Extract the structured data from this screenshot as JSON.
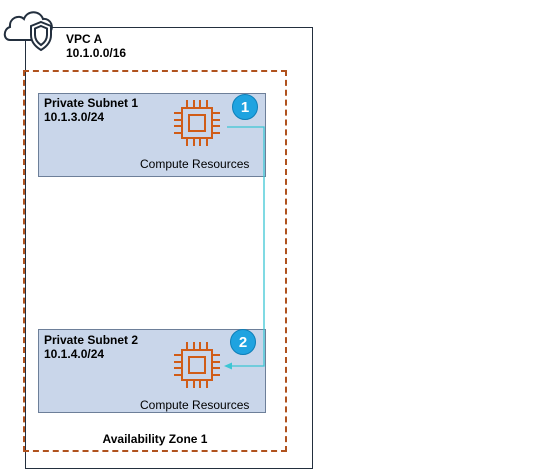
{
  "vpc": {
    "title": "VPC A",
    "cidr": "10.1.0.0/16",
    "icon": "cloud-shield-icon"
  },
  "availability_zone": {
    "label": "Availability Zone 1"
  },
  "subnets": [
    {
      "name": "Private Subnet 1",
      "cidr": "10.1.3.0/24",
      "resource": "Compute Resources",
      "step": "1"
    },
    {
      "name": "Private Subnet 2",
      "cidr": "10.1.4.0/24",
      "resource": "Compute Resources",
      "step": "2"
    }
  ],
  "colors": {
    "subnet_fill": "#c9d6ea",
    "az_border": "#b0521e",
    "chip": "#d05c17",
    "badge": "#1fa3e0",
    "arrow": "#3cc6d4"
  }
}
